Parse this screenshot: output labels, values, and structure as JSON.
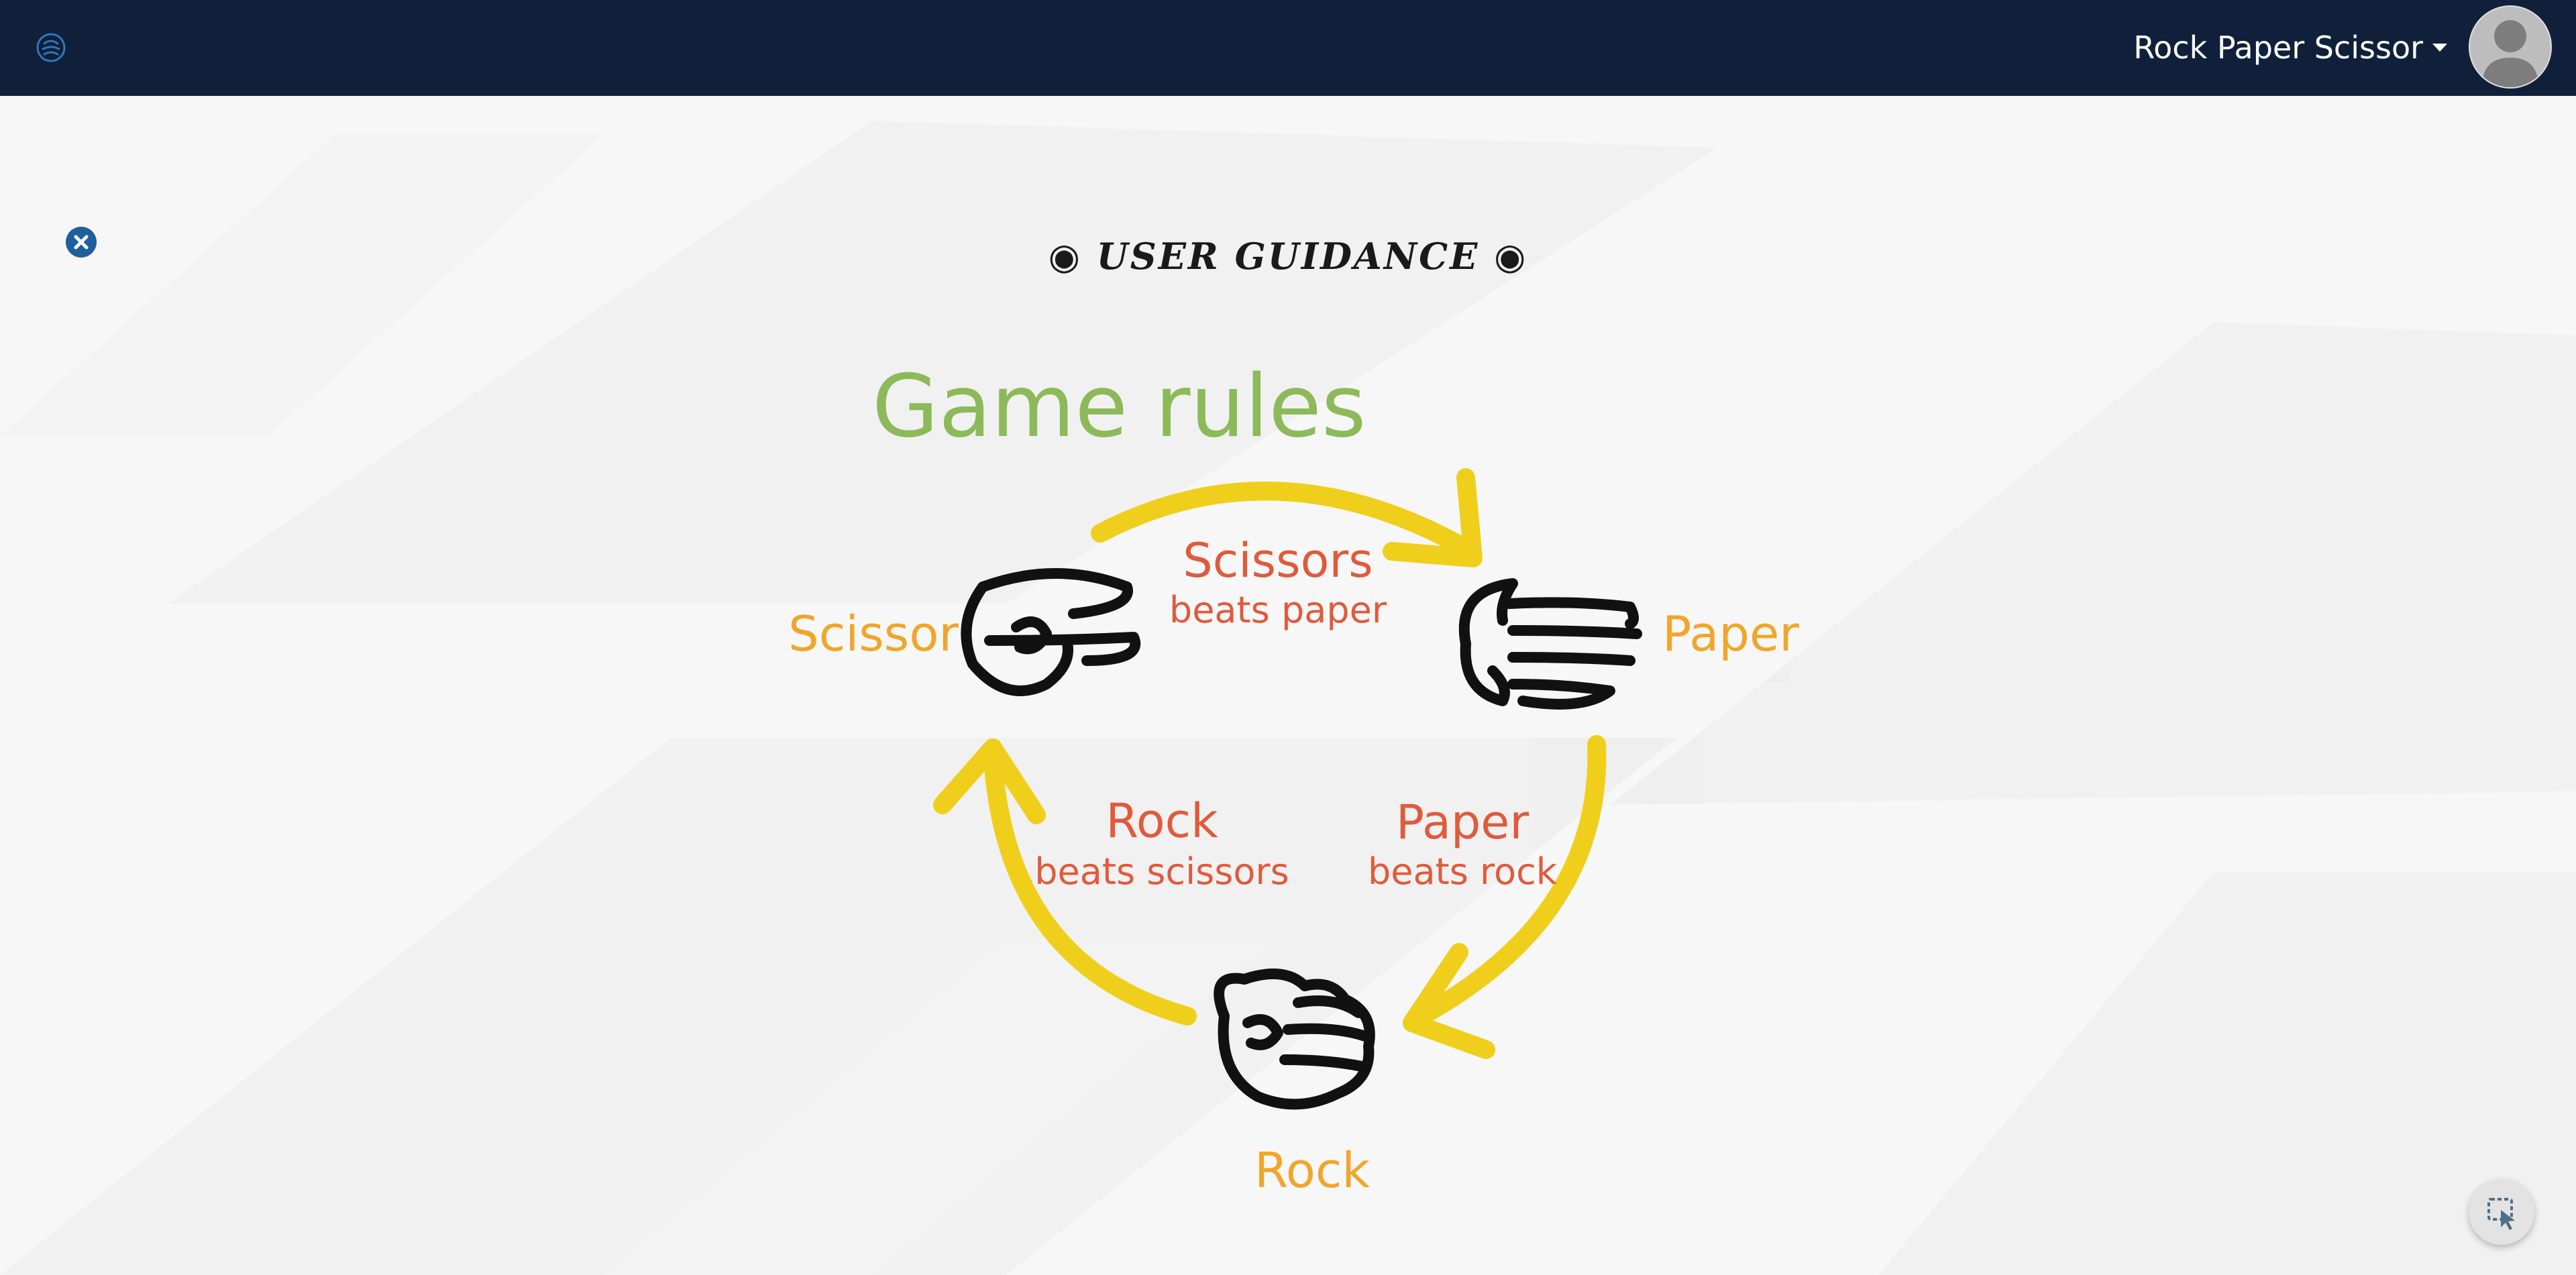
{
  "header": {
    "game_menu_label": "Rock Paper Scissor",
    "logo_icon": "brain-icon",
    "avatar_icon": "user-avatar-icon",
    "background_color": "#10203b"
  },
  "overlay": {
    "close_icon": "close-circle-icon",
    "close_color": "#1f5f9c"
  },
  "guidance": {
    "title": "◉ USER GUIDANCE ◉"
  },
  "diagram": {
    "rules_title": "Game rules",
    "hands": {
      "scissor": "Scissor",
      "paper": "Paper",
      "rock": "Rock"
    },
    "rules": [
      {
        "main": "Scissors",
        "sub": "beats paper"
      },
      {
        "main": "Paper",
        "sub": "beats rock"
      },
      {
        "main": "Rock",
        "sub": "beats scissors"
      }
    ],
    "colors": {
      "title": "#8cba5a",
      "hand_label": "#f0a62b",
      "rule_text": "#e05a3c",
      "arrow": "#efcf1b"
    }
  },
  "footer": {
    "cursor_button_icon": "cursor-select-icon"
  }
}
